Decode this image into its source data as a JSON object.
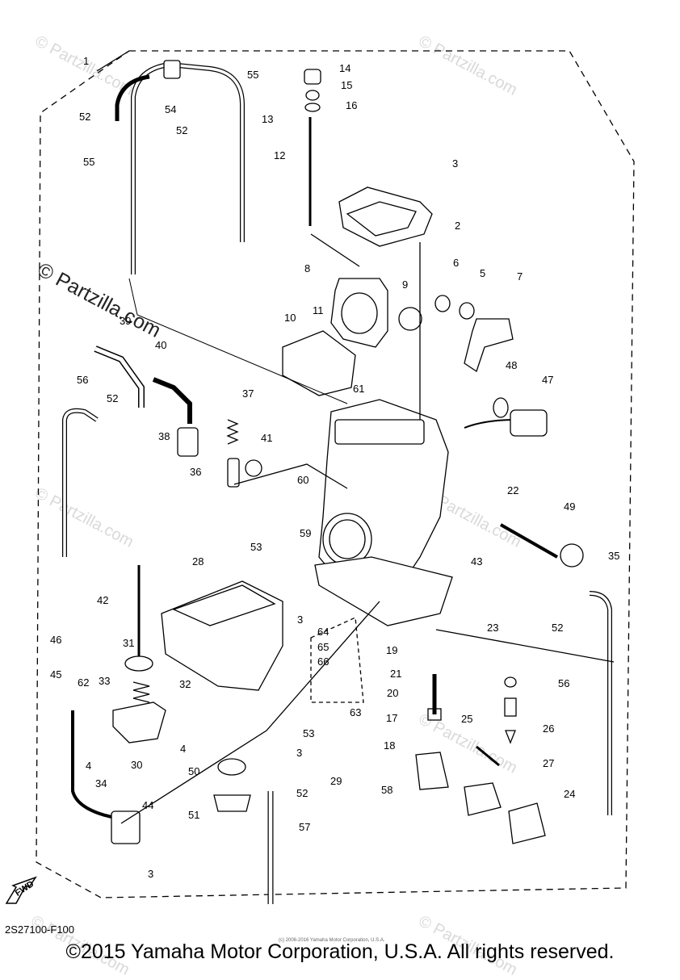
{
  "watermark": {
    "main": "© Partzilla.com",
    "small": "© Partzilla.com"
  },
  "figure_code": "2S27100-F100",
  "small_copyright": "(c) 2006-2016 Yamaha Motor Corporation, U.S.A.",
  "copyright": "©2015 Yamaha Motor Corporation, U.S.A. All rights reserved.",
  "fwd_label": "FWD",
  "part_labels": [
    "1",
    "2",
    "3",
    "4",
    "5",
    "6",
    "7",
    "8",
    "9",
    "10",
    "11",
    "12",
    "13",
    "14",
    "15",
    "16",
    "17",
    "18",
    "19",
    "20",
    "21",
    "22",
    "23",
    "24",
    "25",
    "26",
    "27",
    "28",
    "29",
    "30",
    "31",
    "32",
    "33",
    "34",
    "35",
    "36",
    "37",
    "38",
    "39",
    "40",
    "41",
    "42",
    "43",
    "44",
    "45",
    "46",
    "47",
    "48",
    "49",
    "50",
    "51",
    "52",
    "53",
    "54",
    "55",
    "56",
    "57",
    "58",
    "59",
    "60",
    "61",
    "62",
    "63",
    "64",
    "65",
    "66"
  ]
}
